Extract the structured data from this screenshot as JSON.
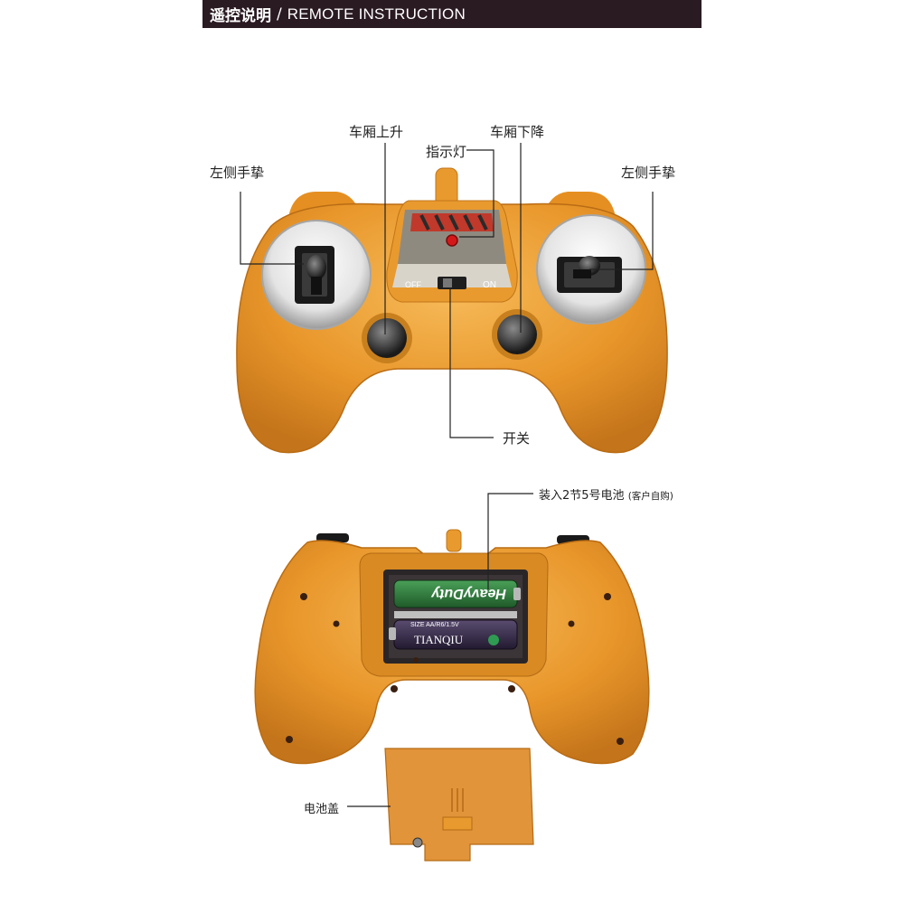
{
  "header": {
    "title_cn": "遥控说明",
    "separator": "/",
    "title_en": "REMOTE INSTRUCTION"
  },
  "labels": {
    "box_up": "车厢上升",
    "box_down": "车厢下降",
    "indicator": "指示灯",
    "left_stick": "左侧手挚",
    "right_stick": "左侧手挚",
    "power_switch": "开关",
    "battery_note_main": "装入2节5号电池",
    "battery_note_sub": "(客户自购)",
    "battery_cover": "电池盖"
  },
  "device_text": {
    "switch_off": "OFF",
    "switch_on": "ON",
    "battery_top_brand": "HeavyDuty",
    "battery_bottom_spec": "SIZE AA/R6/1.5V",
    "battery_bottom_brand": "TIANQIU"
  },
  "colors": {
    "body": "#e89a2e",
    "body_dark": "#c97a18",
    "body_light": "#f4b450",
    "header_bg": "#2a1a22",
    "line": "#222222",
    "battery_top": "#2f7a3a",
    "battery_bottom": "#3a2f4a"
  }
}
